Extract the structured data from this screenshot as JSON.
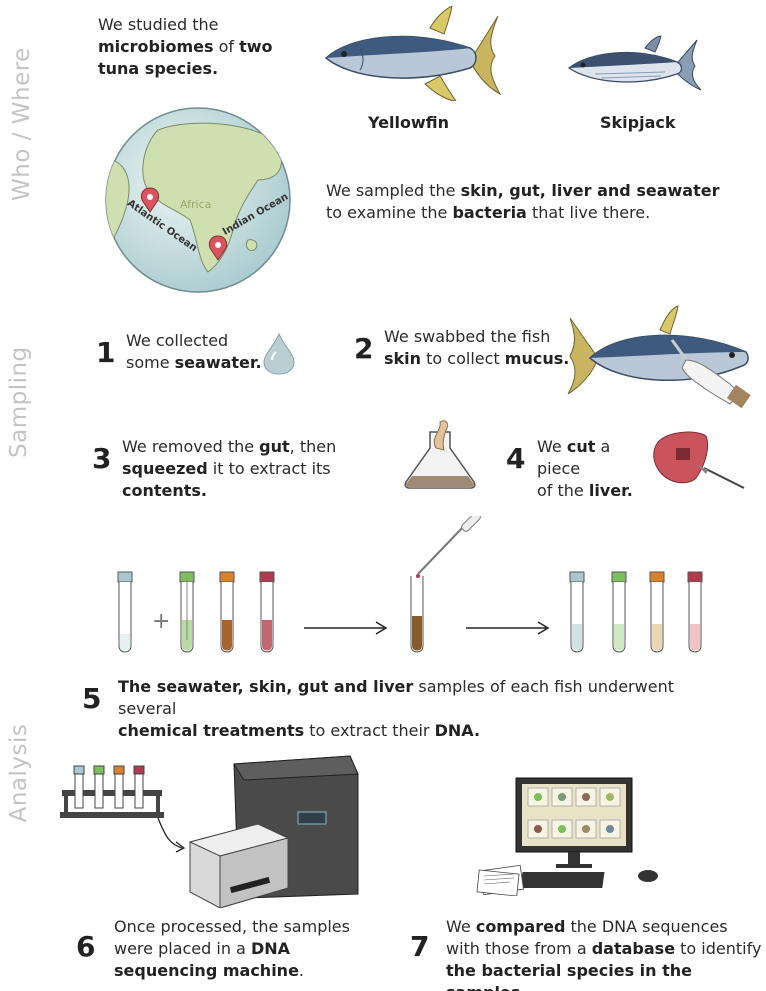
{
  "sections": {
    "who_where": "Who / Where",
    "sampling": "Sampling",
    "analysis": "Analysis"
  },
  "intro": {
    "p1": "We studied the",
    "b1": "microbiomes",
    "p2": "of",
    "b2": "two tuna species."
  },
  "species": {
    "yellowfin": "Yellowfin",
    "skipjack": "Skipjack"
  },
  "globe": {
    "africa": "Africa",
    "atlantic": "Atlantic Ocean",
    "indian": "Indian Ocean"
  },
  "sampled": {
    "p1": "We sampled the",
    "b1": "skin, gut, liver and seawater",
    "p2": "to examine the",
    "b2": "bacteria",
    "p3": "that live there."
  },
  "steps": {
    "s1": {
      "num": "1",
      "p1": "We collected",
      "p2": "some",
      "b1": "seawater."
    },
    "s2": {
      "num": "2",
      "p1": "We swabbed the fish",
      "b1": "skin",
      "p2": "to collect",
      "b2": "mucus."
    },
    "s3": {
      "num": "3",
      "p1": "We removed the",
      "b1": "gut",
      "p2": ", then",
      "b2": "squeezed",
      "p3": "it to extract its",
      "b3": "contents."
    },
    "s4": {
      "num": "4",
      "p1": "We",
      "b1": "cut",
      "p2": "a piece",
      "p3": "of the",
      "b2": "liver."
    },
    "s5": {
      "num": "5",
      "b1": "The seawater, skin, gut and liver",
      "p1": "samples of each fish underwent several",
      "b2": "chemical treatments",
      "p2": "to extract their",
      "b3": "DNA."
    },
    "s6": {
      "num": "6",
      "p1": "Once processed, the samples",
      "p2": "were placed in a",
      "b1": "DNA",
      "b2": "sequencing machine",
      "p3": "."
    },
    "s7": {
      "num": "7",
      "p1": "We",
      "b1": "compared",
      "p2": "the DNA sequences",
      "p3": "with those from a",
      "b2": "database",
      "p4": "to identify",
      "b3": "the bacterial species in the samples."
    }
  },
  "tube_colors": {
    "seawater": "#a9c7cc",
    "skin": "#7fbf5a",
    "gut": "#d9822b",
    "liver": "#b03a4e"
  },
  "icons": [
    "globe-icon",
    "yellowfin-tuna-icon",
    "skipjack-tuna-icon",
    "water-drop-icon",
    "flask-icon",
    "liver-icon",
    "pipette-icon",
    "tube-icon",
    "sequencer-icon",
    "computer-icon"
  ]
}
